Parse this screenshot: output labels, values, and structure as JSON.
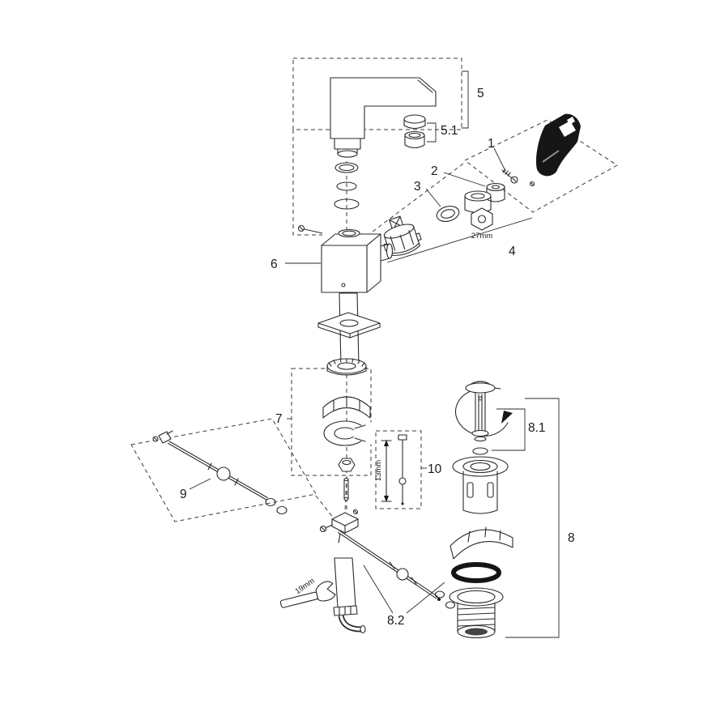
{
  "labels": {
    "l1": "1",
    "l2": "2",
    "l3": "3",
    "l4": "4",
    "l5": "5",
    "l5_1": "5.1",
    "l6": "6",
    "l7": "7",
    "l8": "8",
    "l8_1": "8.1",
    "l8_2": "8.2",
    "l9": "9",
    "l10": "10"
  },
  "dimensions": {
    "hex_nut": "27mm",
    "rod_length": "13mm",
    "wrench_size": "19mm"
  },
  "colors": {
    "line": "#2a2a2a",
    "background": "#ffffff"
  }
}
